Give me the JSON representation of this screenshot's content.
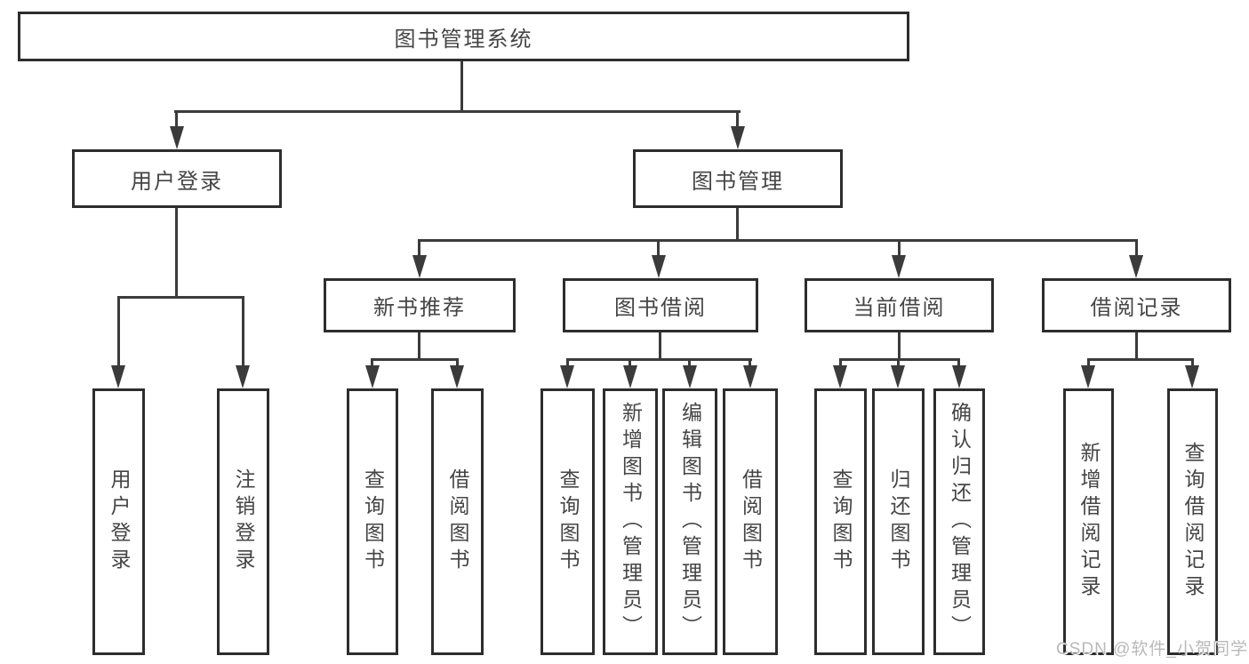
{
  "tree": {
    "root": {
      "label": "图书管理系统"
    },
    "branches": [
      {
        "label": "用户登录",
        "children": [
          {
            "label": "用户登录"
          },
          {
            "label": "注销登录"
          }
        ]
      },
      {
        "label": "图书管理",
        "children": [
          {
            "label": "新书推荐",
            "children": [
              {
                "label": "查询图书"
              },
              {
                "label": "借阅图书"
              }
            ]
          },
          {
            "label": "图书借阅",
            "children": [
              {
                "label": "查询图书"
              },
              {
                "label": "新增图书（管理员）"
              },
              {
                "label": "编辑图书（管理员）"
              },
              {
                "label": "借阅图书"
              }
            ]
          },
          {
            "label": "当前借阅",
            "children": [
              {
                "label": "查询图书"
              },
              {
                "label": "归还图书"
              },
              {
                "label": "确认归还（管理员）"
              }
            ]
          },
          {
            "label": "借阅记录",
            "children": [
              {
                "label": "新增借阅记录"
              },
              {
                "label": "查询借阅记录"
              }
            ]
          }
        ]
      }
    ]
  },
  "watermark": {
    "text": "CSDN @软件_小贺同学"
  },
  "colors": {
    "background": "#ffffff",
    "box_border": "#2d2d2d",
    "line": "#3b3b3b",
    "text": "#454545",
    "watermark": "#b9b9b9"
  }
}
